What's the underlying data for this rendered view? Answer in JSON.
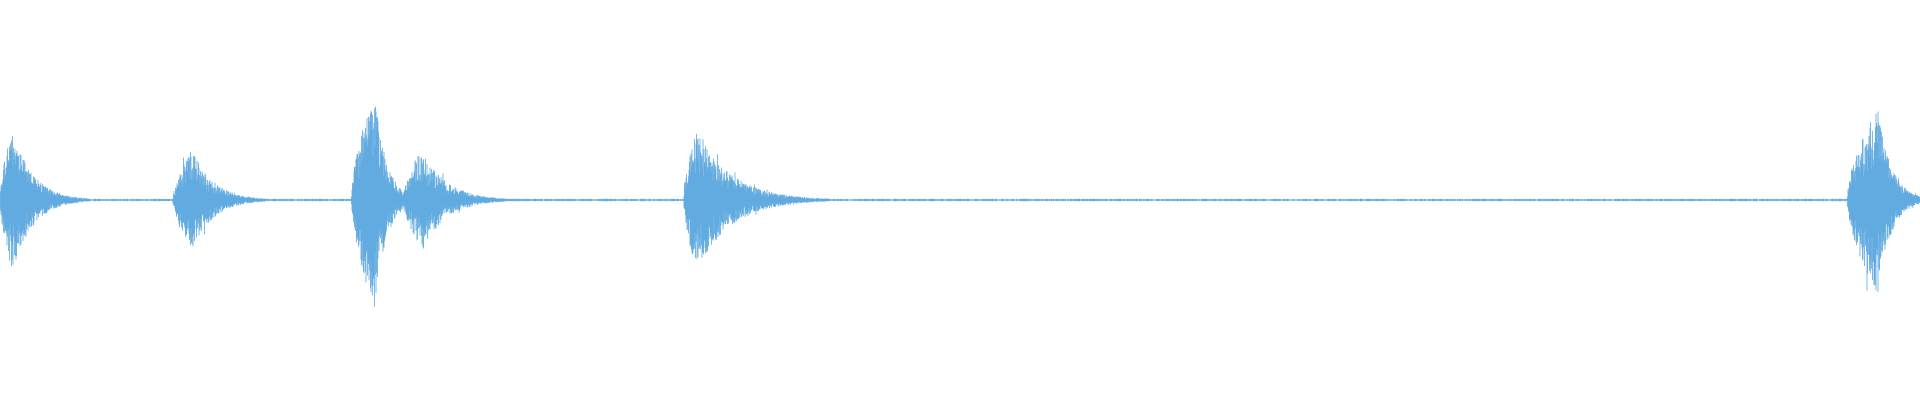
{
  "waveform": {
    "color": "#5ba8e0",
    "background": "#ffffff",
    "sound_events": [
      {
        "start": 0.0,
        "peak": 0.0065,
        "end": 0.04,
        "amplitude": 0.48,
        "spikiness": 0.55
      },
      {
        "start": 0.09,
        "peak": 0.1,
        "end": 0.135,
        "amplitude": 0.34,
        "spikiness": 0.35
      },
      {
        "start": 0.183,
        "peak": 0.195,
        "end": 0.215,
        "amplitude": 0.72,
        "spikiness": 0.75
      },
      {
        "start": 0.21,
        "peak": 0.22,
        "end": 0.26,
        "amplitude": 0.34,
        "spikiness": 0.35
      },
      {
        "start": 0.356,
        "peak": 0.363,
        "end": 0.42,
        "amplitude": 0.47,
        "spikiness": 0.55
      },
      {
        "start": 0.962,
        "peak": 0.978,
        "end": 1.0,
        "amplitude": 0.63,
        "spikiness": 0.7
      }
    ],
    "noise_floor": 0.006
  }
}
